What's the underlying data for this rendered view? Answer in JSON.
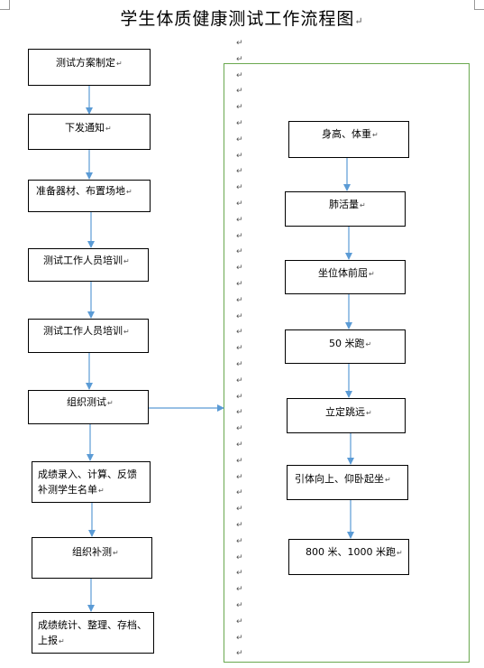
{
  "title": "学生体质健康测试工作流程图",
  "paragraph_mark": "↵",
  "left_steps": [
    "测试方案制定",
    "下发通知",
    "准备器材、布置场地",
    "测试工作人员培训",
    "测试工作人员培训",
    "组织测试",
    "成绩录入、计算、反馈补测学生名单",
    "组织补测",
    "成绩统计、整理、存档、上报"
  ],
  "right_steps": [
    "身高、体重",
    "肺活量",
    "坐位体前屈",
    "50 米跑",
    "立定跳远",
    "引体向上、仰卧起坐",
    "800 米、1000 米跑"
  ],
  "colors": {
    "arrow": "#5b9bd5",
    "frame": "#6aa84f"
  }
}
